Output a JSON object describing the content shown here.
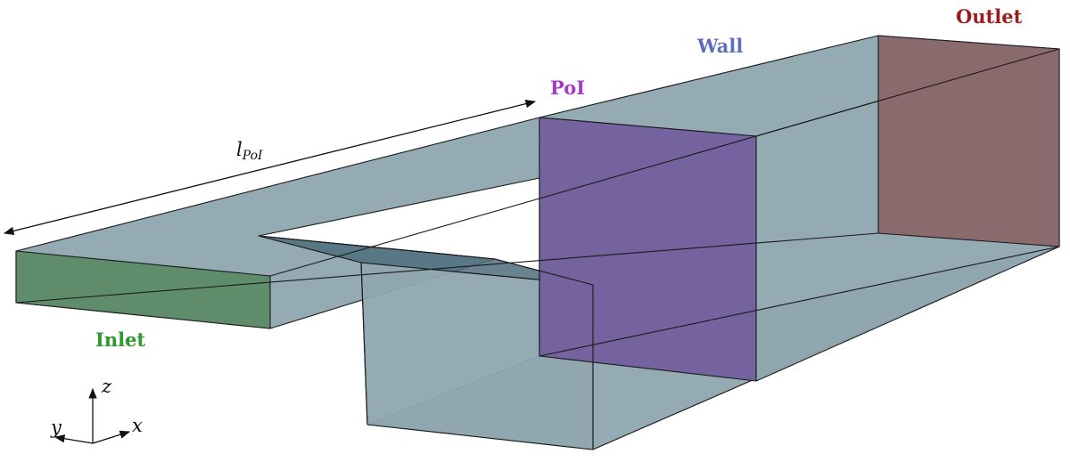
{
  "labels": {
    "inlet": "Inlet",
    "poi": "PoI",
    "wall": "Wall",
    "outlet": "Outlet"
  },
  "dimension": {
    "symbol": "l",
    "subscript": "PoI"
  },
  "axes": {
    "x": "x",
    "y": "y",
    "z": "z"
  },
  "colors": {
    "duct": "#8fa7b0",
    "inlet": "#5f8c6a",
    "poi": "#7563a0",
    "outlet": "#8b6a6e",
    "inlet_label": "#2e9a2e",
    "poi_label": "#a43dc6",
    "wall_label": "#5b6fbf",
    "outlet_label": "#9b1c1c"
  }
}
